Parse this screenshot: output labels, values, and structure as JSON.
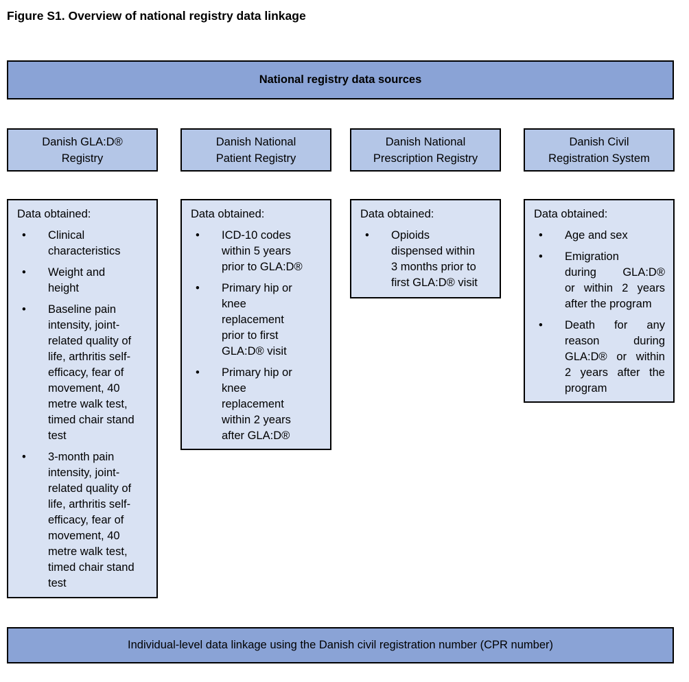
{
  "figure_title": "Figure S1. Overview of national registry data linkage",
  "top_banner": {
    "label": "National registry data sources"
  },
  "bottom_banner": {
    "label": "Individual-level data linkage using the Danish civil registration number (CPR number)"
  },
  "colors": {
    "banner_fill": "#8AA3D6",
    "registry_header_fill": "#B4C6E7",
    "data_box_fill": "#D9E2F3",
    "border": "#000000",
    "text": "#000000"
  },
  "registries": [
    {
      "name": "Danish GLA:D®\nRegistry",
      "data_label": "Data obtained:",
      "items": [
        "Clinical\ncharacteristics",
        "Weight and\nheight",
        "Baseline pain\nintensity, joint-\nrelated quality of\nlife, arthritis self-\nefficacy, fear of\nmovement, 40\nmetre walk test,\ntimed chair stand\ntest",
        "3-month pain\nintensity, joint-\nrelated quality of\nlife, arthritis self-\nefficacy, fear of\nmovement, 40\nmetre walk test,\ntimed chair stand\ntest"
      ]
    },
    {
      "name": "Danish National\nPatient Registry",
      "data_label": "Data obtained:",
      "items": [
        "ICD-10 codes\nwithin 5 years\nprior to GLA:D®",
        "Primary hip or\nknee\nreplacement\nprior to first\nGLA:D® visit",
        "Primary hip or\nknee\nreplacement\nwithin 2 years\nafter GLA:D®"
      ]
    },
    {
      "name": "Danish National\nPrescription Registry",
      "data_label": "Data obtained:",
      "items": [
        "Opioids\ndispensed within\n3 months prior to\nfirst GLA:D® visit"
      ]
    },
    {
      "name": "Danish Civil\nRegistration System",
      "data_label": "Data obtained:",
      "items": [
        "Age and sex",
        "Emigration\nduring GLA:D®\nor within 2 years\nafter the program",
        "Death for any\nreason during\nGLA:D® or within\n2 years after the\nprogram"
      ]
    }
  ]
}
